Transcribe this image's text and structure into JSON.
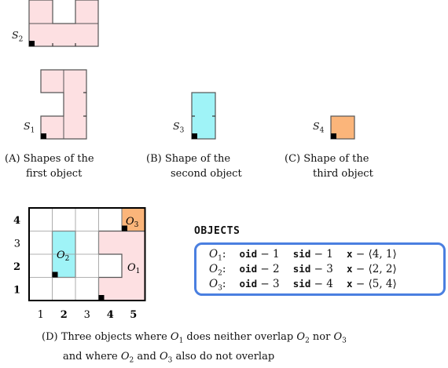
{
  "shapes": {
    "s2_label": "S",
    "s2_sub": "2",
    "s1_label": "S",
    "s1_sub": "1",
    "s3_label": "S",
    "s3_sub": "3",
    "s4_label": "S",
    "s4_sub": "4"
  },
  "captions": {
    "a_line1": "(A) Shapes of the",
    "a_line2": "first object",
    "b_line1": "(B) Shape of the",
    "b_line2": "second object",
    "c_line1": "(C) Shape of the",
    "c_line2": "third object",
    "d_line1": "(D) Three objects where O",
    "d_line2": "and where O"
  },
  "caption_d_parts": {
    "l1_a": "(D) Three objects where ",
    "l1_o1": "O",
    "l1_o1s": "1",
    "l1_b": " does neither overlap ",
    "l1_o2": "O",
    "l1_o2s": "2",
    "l1_c": " nor ",
    "l1_o3": "O",
    "l1_o3s": "3",
    "l2_a": "and where ",
    "l2_o2": "O",
    "l2_o2s": "2",
    "l2_b": " and ",
    "l2_o3": "O",
    "l2_o3s": "3",
    "l2_c": " also do not overlap"
  },
  "grid": {
    "x_ticks": [
      "1",
      "2",
      "3",
      "4",
      "5"
    ],
    "y_ticks": [
      "1",
      "2",
      "3",
      "4"
    ],
    "bold_x": [
      "2",
      "4",
      "5"
    ],
    "bold_y": [
      "1",
      "2",
      "4"
    ],
    "o1_label": "O",
    "o1_sub": "1",
    "o2_label": "O",
    "o2_sub": "2",
    "o3_label": "O",
    "o3_sub": "3"
  },
  "objects": {
    "title": "OBJECTS",
    "rows": [
      {
        "name": "O",
        "sub": "1",
        "oid": "oid",
        "oid_val": "1",
        "sid": "sid",
        "sid_val": "1",
        "x": "x",
        "x_val": "⟨4, 1⟩"
      },
      {
        "name": "O",
        "sub": "2",
        "oid": "oid",
        "oid_val": "2",
        "sid": "sid",
        "sid_val": "3",
        "x": "x",
        "x_val": "⟨2, 2⟩"
      },
      {
        "name": "O",
        "sub": "3",
        "oid": "oid",
        "oid_val": "3",
        "sid": "sid",
        "sid_val": "4",
        "x": "x",
        "x_val": "⟨5, 4⟩"
      }
    ]
  },
  "colors": {
    "pink": "#fde0e2",
    "cyan": "#9ff3f7",
    "orange": "#fbb57a",
    "box_border": "#4a7fe0"
  }
}
